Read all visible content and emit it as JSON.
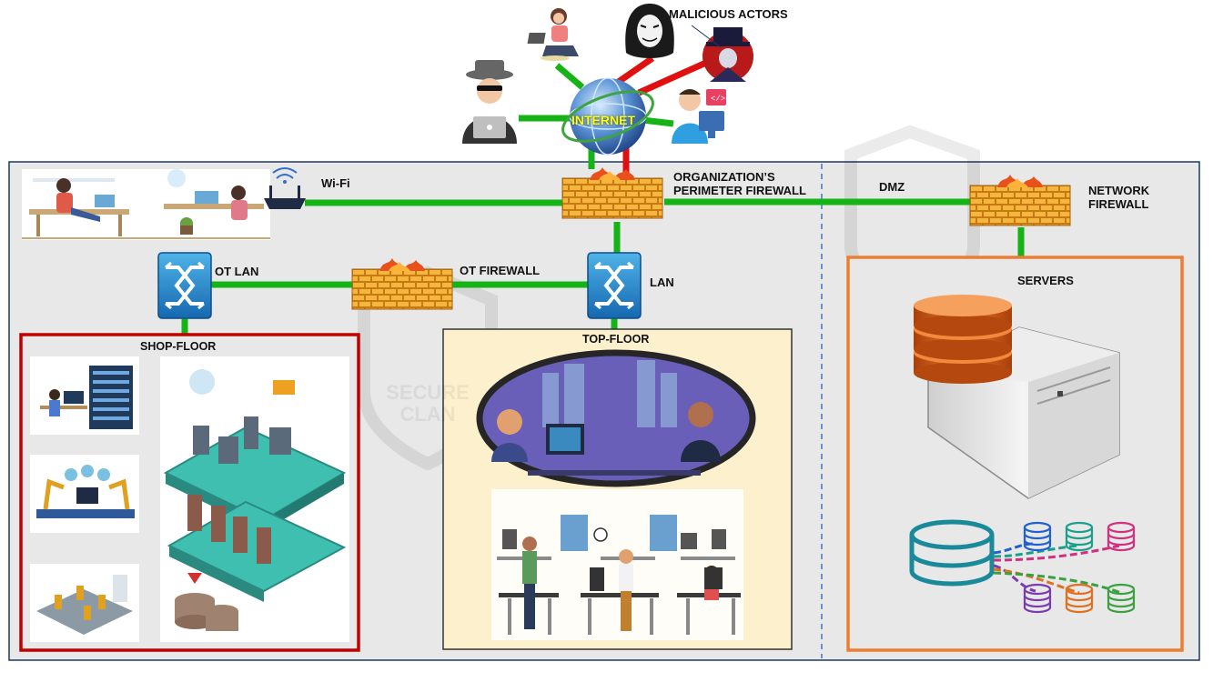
{
  "labels": {
    "malicious_actors": "MALICIOUS ACTORS",
    "internet": "INTERNET",
    "wifi": "Wi-Fi",
    "perimeter_firewall": "ORGANIZATION’S\nPERIMETER FIREWALL",
    "dmz": "DMZ",
    "network_firewall": "NETWORK\nFIREWALL",
    "ot_lan": "OT LAN",
    "ot_firewall": "OT FIREWALL",
    "lan": "LAN",
    "servers": "SERVERS",
    "shop_floor": "SHOP-FLOOR",
    "top_floor": "TOP-FLOOR"
  },
  "watermark": "SECURE CLAN",
  "colors": {
    "link": "#16b316",
    "malicious_link": "#e01010",
    "zone_bg": "#e8e8e8",
    "zone_border": "#1f3864",
    "shop_floor_border": "#c00000",
    "top_floor_bg": "#fdf0cc",
    "servers_border": "#ed7d31",
    "dmz_divider": "#4472c4"
  },
  "icons": [
    "hacker-icon",
    "laptop-user-icon",
    "spy-icon",
    "developer-icon",
    "globe-icon",
    "router-icon",
    "switch-icon",
    "firewall-icon",
    "server-icon",
    "database-icon"
  ]
}
